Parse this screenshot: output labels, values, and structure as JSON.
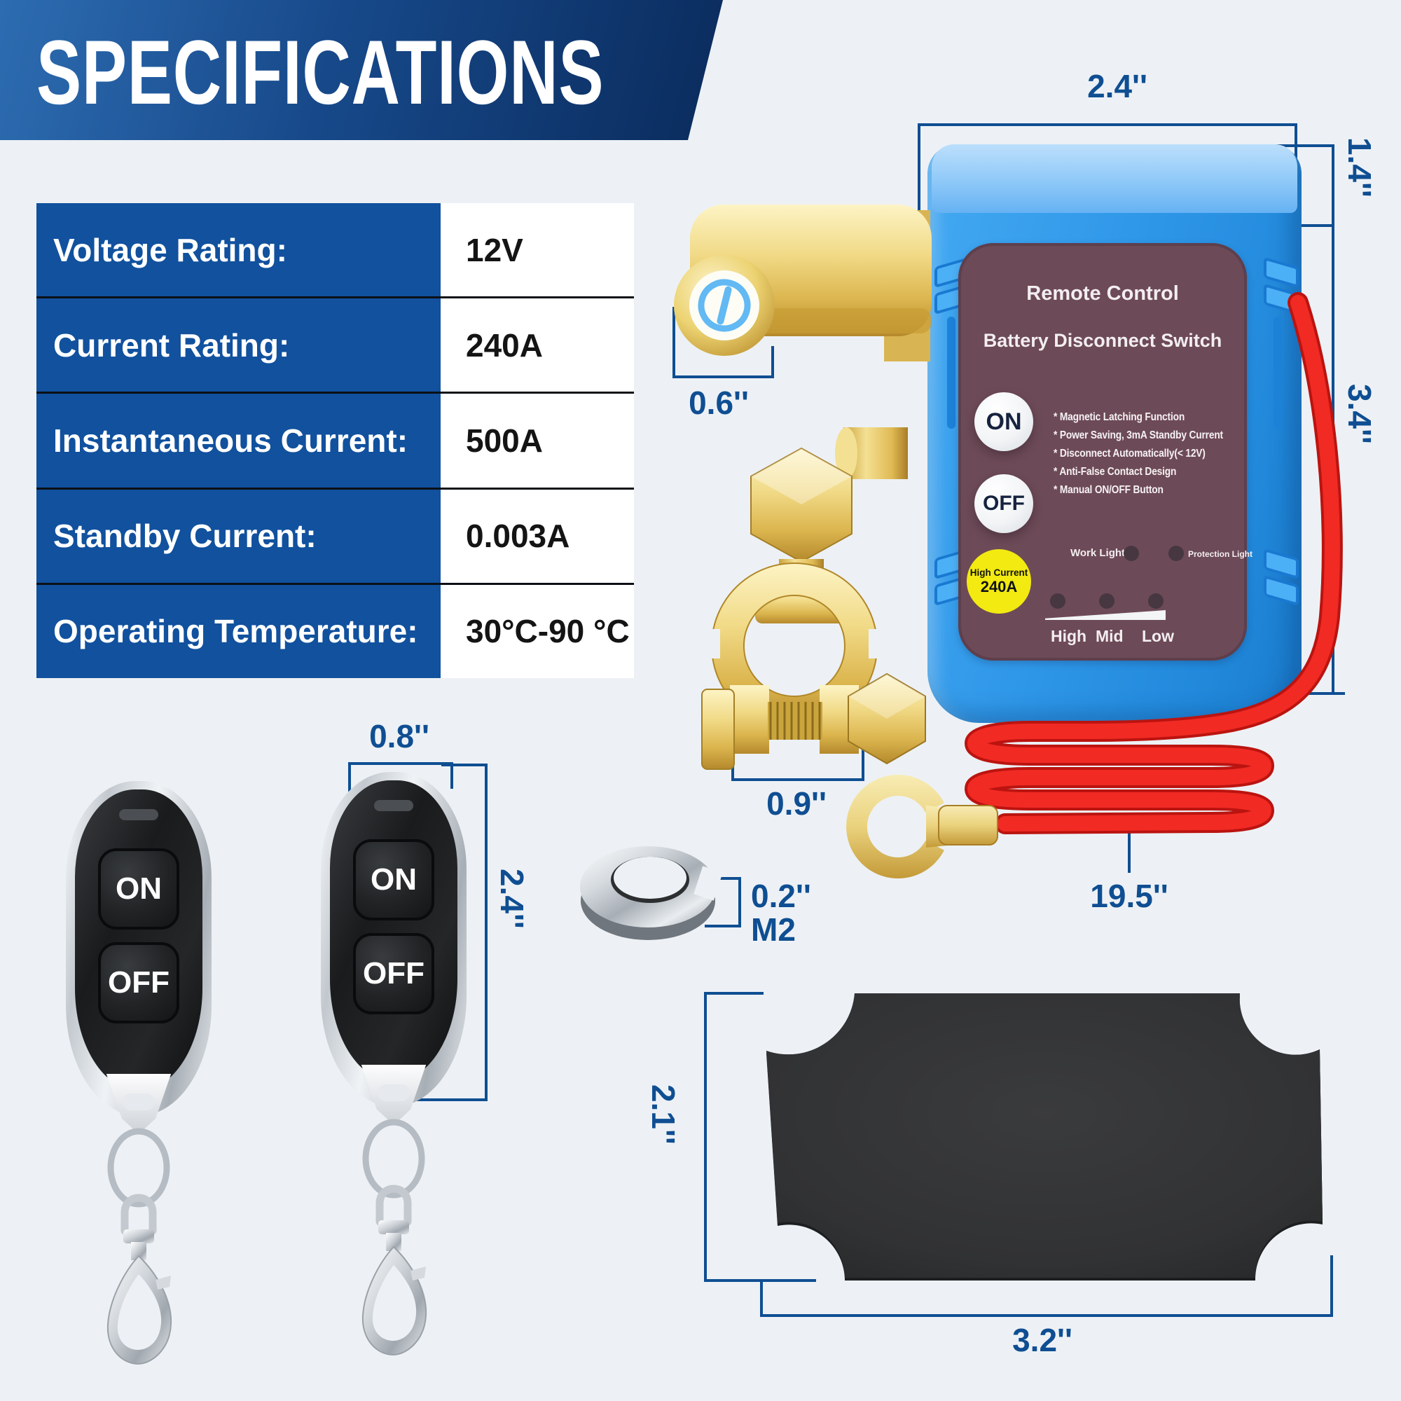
{
  "title": "SPECIFICATIONS",
  "spec_table": {
    "rows": [
      {
        "label": "Voltage Rating:",
        "value": "12V"
      },
      {
        "label": "Current Rating:",
        "value": "240A"
      },
      {
        "label": "Instantaneous Current:",
        "value": "500A"
      },
      {
        "label": "Standby Current:",
        "value": "0.003A"
      },
      {
        "label": "Operating Temperature:",
        "value": "30°C-90 °C"
      }
    ]
  },
  "device": {
    "title_line1": "Remote Control",
    "title_line2": "Battery Disconnect Switch",
    "on_label": "ON",
    "off_label": "OFF",
    "features": [
      "* Magnetic Latching Function",
      "* Power Saving, 3mA Standby Current",
      "* Disconnect Automatically(< 12V)",
      "* Anti-False Contact Design",
      "* Manual ON/OFF Button"
    ],
    "badge_line1": "High Current",
    "badge_line2": "240A",
    "work_light": "Work Light",
    "protection_light": "Protection Light",
    "levels": [
      "High",
      "Mid",
      "Low"
    ]
  },
  "remote": {
    "on_label": "ON",
    "off_label": "OFF"
  },
  "dimensions": {
    "device_width": "2.4''",
    "device_cap_height": "1.4''",
    "device_height": "3.4''",
    "stud_diameter": "0.6''",
    "clamp_width": "0.9''",
    "wire_length": "19.5''",
    "remote_width": "0.8''",
    "remote_height": "2.4''",
    "washer_thickness": "0.2''",
    "washer_size": "M2",
    "plate_height": "2.1''",
    "plate_width": "3.2''"
  },
  "colors": {
    "background": "#edf1f5",
    "banner_blue_dark": "#0a2b5c",
    "banner_blue_light": "#2d6cb1",
    "table_blue": "#11519e",
    "annotation_blue": "#0f4e92",
    "device_blue": "#2f97e8",
    "device_cap_blue": "#8ec8f8",
    "panel_maroon": "#6d4a57",
    "badge_yellow": "#f2ea11",
    "brass_gold": "#dcb64f",
    "wire_red": "#ee2420",
    "plate_black": "#2e2f31"
  }
}
